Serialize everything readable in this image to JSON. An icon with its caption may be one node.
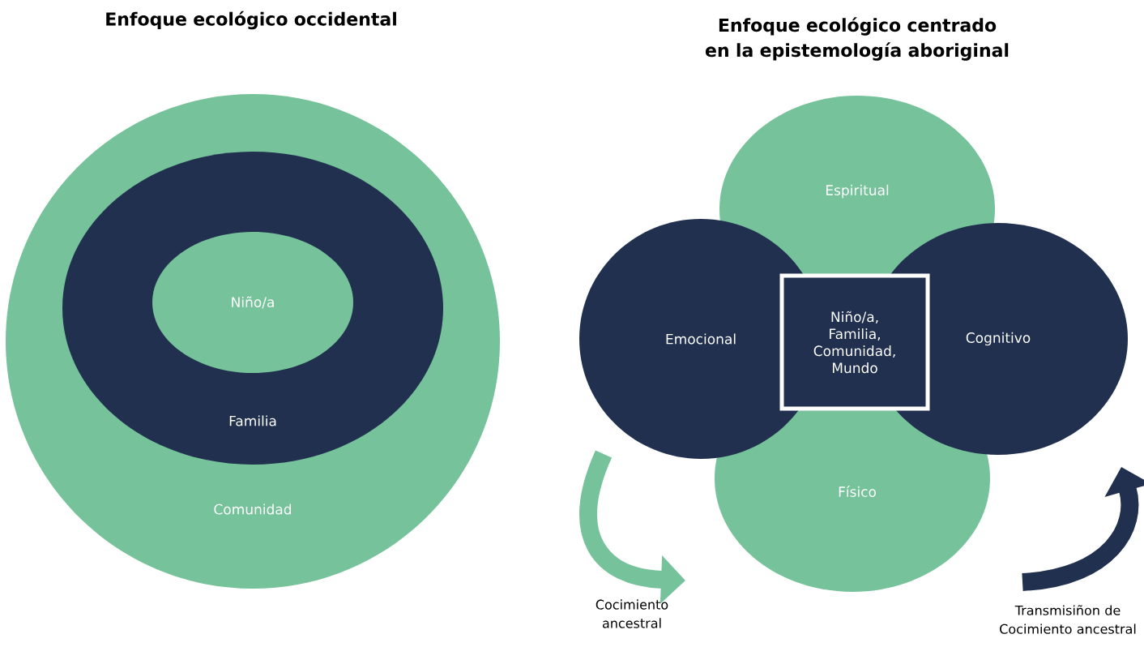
{
  "diagram": {
    "nodes": [
      {
        "text": [
          "Comunidad"
        ]
      },
      {
        "text": [
          "Familia"
        ],
        "in": 0
      },
      {
        "text": [
          "Niño/a"
        ],
        "in": 1
      },
      {
        "text": [
          "Espiritual"
        ]
      },
      {
        "text": [
          "Emocional"
        ]
      },
      {
        "text": [
          "Cognitivo"
        ]
      },
      {
        "text": [
          "Físico"
        ]
      },
      {
        "text": [
          "Niño/a, Familia, Comunidad, Mundo"
        ]
      }
    ],
    "labels": [
      "Enfoque ecológico occidental",
      "Enfoque ecológico centrado en la epistemología aboriginal",
      "Cocimiento ancestral",
      "Transmisiñon de Cocimiento ancestral"
    ]
  }
}
